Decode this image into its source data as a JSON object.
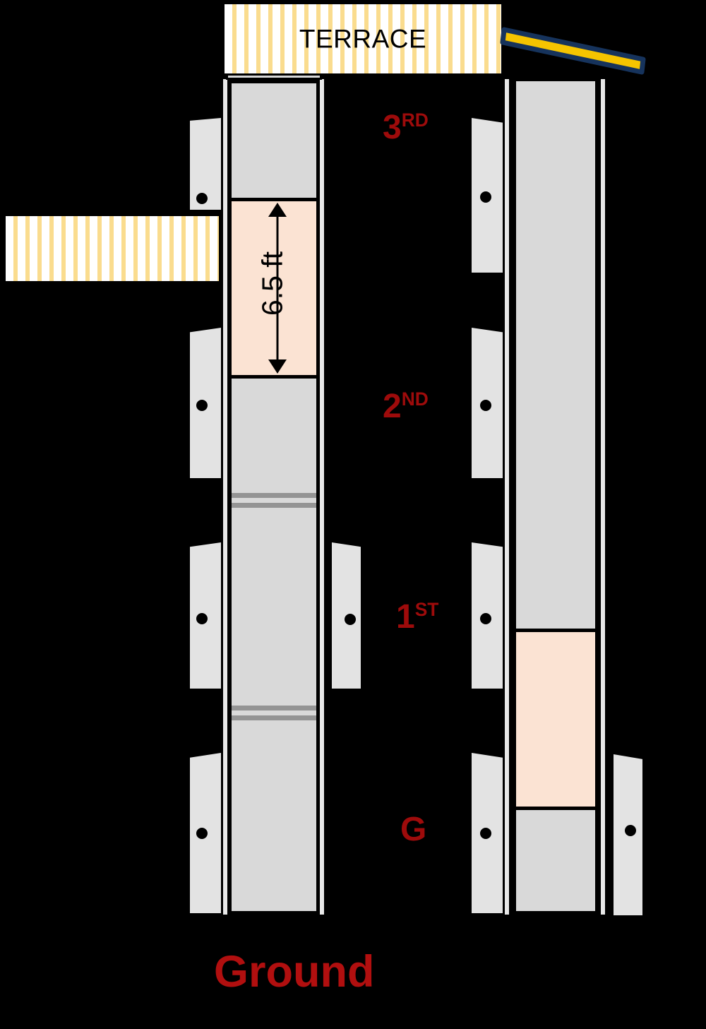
{
  "diagram": {
    "title": "Ground",
    "terrace_label": "TERRACE",
    "dimension_label": "6.5 ft",
    "colors": {
      "background": "#000000",
      "shaft_fill": "#d9d9d9",
      "cab_fill": "#fbe3d3",
      "door_fill": "#e3e3e3",
      "slab_band": "#949494",
      "pergola_stripe": "#fadc8e",
      "pergola_base": "#ffffff",
      "panel_fill": "#f5c400",
      "panel_stroke": "#16335c",
      "floor_label": "#9e0b0b",
      "caption": "#b10f0f",
      "outline": "#000000"
    },
    "floors": [
      {
        "id": "third",
        "label": "3",
        "suffix": "RD"
      },
      {
        "id": "second",
        "label": "2",
        "suffix": "ND"
      },
      {
        "id": "first",
        "label": "1",
        "suffix": "ST"
      },
      {
        "id": "ground",
        "label": "G",
        "suffix": ""
      }
    ],
    "icons": {
      "door_handle": "door-handle-dot",
      "pergola": "pergola-slats",
      "solar_panel": "solar-panel",
      "dimension_arrow": "double-arrow-vertical"
    },
    "elevator_left": {
      "name": "left-elevator-shaft",
      "cab_dimension": "6.5 ft"
    },
    "elevator_right": {
      "name": "right-elevator-shaft"
    },
    "door_count_left": 4,
    "door_count_middle": 1,
    "door_count_right": 4,
    "door_count_far_right": 1
  }
}
